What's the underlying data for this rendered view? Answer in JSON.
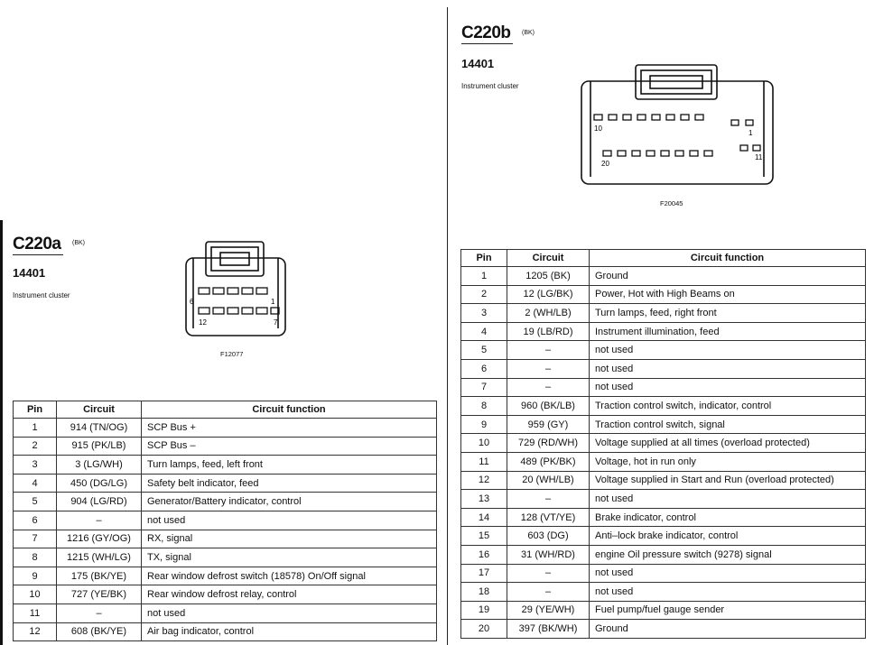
{
  "c220a": {
    "name": "C220a",
    "color": "(BK)",
    "part_number": "14401",
    "description": "Instrument cluster",
    "figure": "F12077",
    "pin_labels": {
      "top_left": "6",
      "top_right": "1",
      "bottom_left": "12",
      "bottom_right": "7"
    },
    "headers": {
      "pin": "Pin",
      "circuit": "Circuit",
      "function": "Circuit function"
    },
    "rows": [
      {
        "pin": "1",
        "circuit": "914 (TN/OG)",
        "function": "SCP Bus +"
      },
      {
        "pin": "2",
        "circuit": "915 (PK/LB)",
        "function": "SCP Bus –"
      },
      {
        "pin": "3",
        "circuit": "3 (LG/WH)",
        "function": "Turn lamps, feed, left front"
      },
      {
        "pin": "4",
        "circuit": "450 (DG/LG)",
        "function": "Safety belt indicator, feed"
      },
      {
        "pin": "5",
        "circuit": "904 (LG/RD)",
        "function": "Generator/Battery indicator, control"
      },
      {
        "pin": "6",
        "circuit": "–",
        "function": "not used"
      },
      {
        "pin": "7",
        "circuit": "1216 (GY/OG)",
        "function": "RX, signal"
      },
      {
        "pin": "8",
        "circuit": "1215 (WH/LG)",
        "function": "TX, signal"
      },
      {
        "pin": "9",
        "circuit": "175 (BK/YE)",
        "function": "Rear window defrost switch (18578) On/Off signal"
      },
      {
        "pin": "10",
        "circuit": "727 (YE/BK)",
        "function": "Rear window defrost relay, control"
      },
      {
        "pin": "11",
        "circuit": "–",
        "function": "not used"
      },
      {
        "pin": "12",
        "circuit": "608 (BK/YE)",
        "function": "Air bag indicator, control"
      }
    ]
  },
  "c220b": {
    "name": "C220b",
    "color": "(BK)",
    "part_number": "14401",
    "description": "Instrument cluster",
    "figure": "F20045",
    "pin_labels": {
      "top_left": "10",
      "top_right": "1",
      "bottom_left": "20",
      "bottom_right": "11"
    },
    "headers": {
      "pin": "Pin",
      "circuit": "Circuit",
      "function": "Circuit function"
    },
    "rows": [
      {
        "pin": "1",
        "circuit": "1205 (BK)",
        "function": "Ground"
      },
      {
        "pin": "2",
        "circuit": "12 (LG/BK)",
        "function": "Power, Hot with High Beams on"
      },
      {
        "pin": "3",
        "circuit": "2 (WH/LB)",
        "function": "Turn lamps, feed, right front"
      },
      {
        "pin": "4",
        "circuit": "19 (LB/RD)",
        "function": "Instrument illumination, feed"
      },
      {
        "pin": "5",
        "circuit": "–",
        "function": "not used"
      },
      {
        "pin": "6",
        "circuit": "–",
        "function": "not used"
      },
      {
        "pin": "7",
        "circuit": "–",
        "function": "not used"
      },
      {
        "pin": "8",
        "circuit": "960 (BK/LB)",
        "function": "Traction control switch, indicator, control"
      },
      {
        "pin": "9",
        "circuit": "959 (GY)",
        "function": "Traction control switch, signal"
      },
      {
        "pin": "10",
        "circuit": "729 (RD/WH)",
        "function": "Voltage supplied at all times (overload protected)"
      },
      {
        "pin": "11",
        "circuit": "489 (PK/BK)",
        "function": "Voltage, hot in run only"
      },
      {
        "pin": "12",
        "circuit": "20 (WH/LB)",
        "function": "Voltage supplied in Start and Run (overload protected)"
      },
      {
        "pin": "13",
        "circuit": "–",
        "function": "not used"
      },
      {
        "pin": "14",
        "circuit": "128 (VT/YE)",
        "function": "Brake indicator, control"
      },
      {
        "pin": "15",
        "circuit": "603 (DG)",
        "function": "Anti–lock brake indicator, control"
      },
      {
        "pin": "16",
        "circuit": "31 (WH/RD)",
        "function": "engine Oil pressure switch (9278) signal"
      },
      {
        "pin": "17",
        "circuit": "–",
        "function": "not used"
      },
      {
        "pin": "18",
        "circuit": "–",
        "function": "not used"
      },
      {
        "pin": "19",
        "circuit": "29 (YE/WH)",
        "function": "Fuel pump/fuel gauge sender"
      },
      {
        "pin": "20",
        "circuit": "397 (BK/WH)",
        "function": "Ground"
      }
    ]
  }
}
